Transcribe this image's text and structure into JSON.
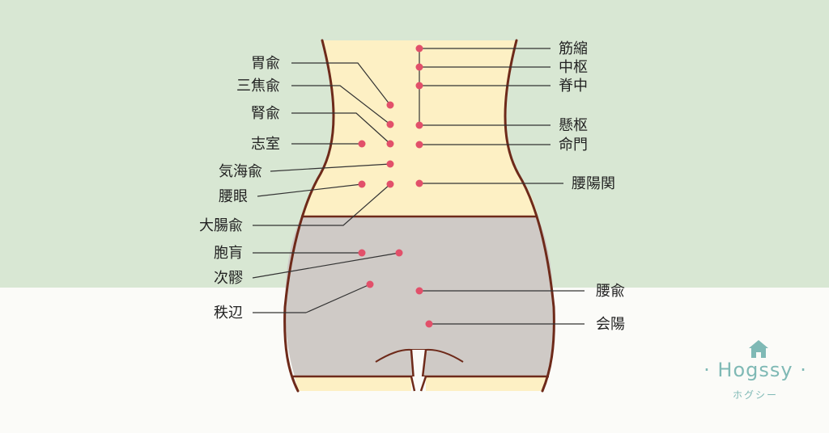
{
  "colors": {
    "background_top": "#d8e7d3",
    "background_bottom": "#fbfbf8",
    "skin": "#fdf0c4",
    "shorts": "#cfcac6",
    "outline": "#6e2a1a",
    "point": "#e2506a",
    "leader_line": "#333333",
    "logo": "#7fb9b5"
  },
  "acupoints": {
    "left": [
      {
        "name": "胃兪"
      },
      {
        "name": "三焦兪"
      },
      {
        "name": "腎兪"
      },
      {
        "name": "志室"
      },
      {
        "name": "気海兪"
      },
      {
        "name": "腰眼"
      },
      {
        "name": "大腸兪"
      },
      {
        "name": "胞肓"
      },
      {
        "name": "次髎"
      },
      {
        "name": "秩辺"
      }
    ],
    "right": [
      {
        "name": "筋縮"
      },
      {
        "name": "中枢"
      },
      {
        "name": "脊中"
      },
      {
        "name": "懸枢"
      },
      {
        "name": "命門"
      },
      {
        "name": "腰陽関"
      },
      {
        "name": "腰兪"
      },
      {
        "name": "会陽"
      }
    ]
  },
  "logo": {
    "name": "· Hogssy ·",
    "kana": "ホグシー",
    "icon": "house-icon"
  }
}
